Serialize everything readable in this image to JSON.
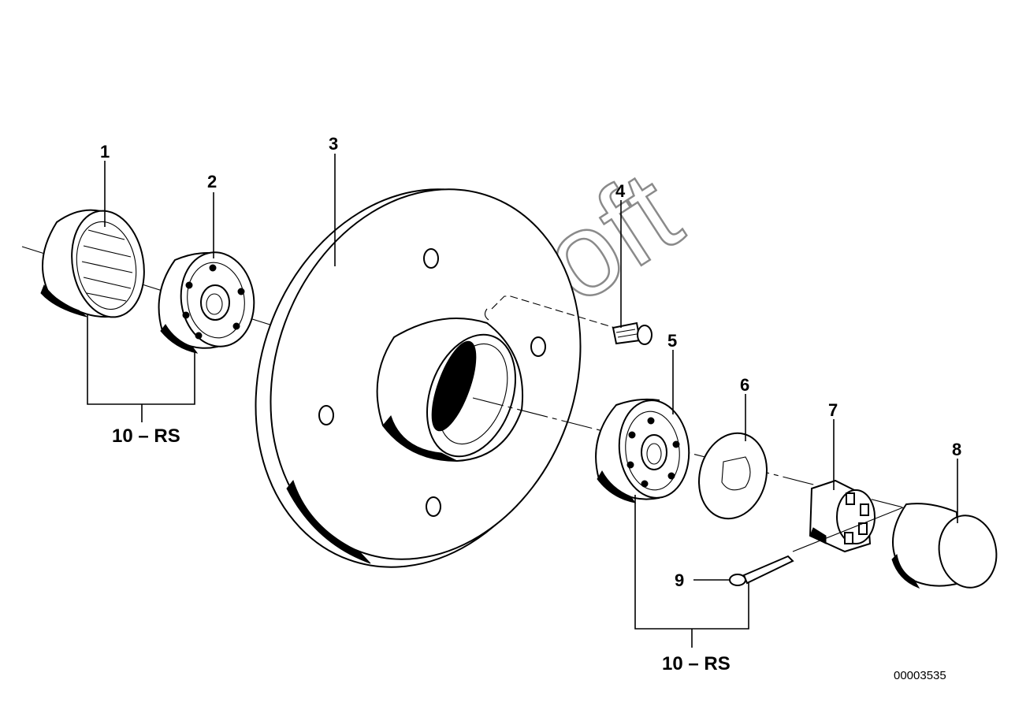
{
  "diagram": {
    "part_labels": {
      "p1": "1",
      "p2": "2",
      "p3": "3",
      "p4": "4",
      "p5": "5",
      "p6": "6",
      "p7": "7",
      "p8": "8",
      "p9": "9"
    },
    "group_labels": {
      "left": "10 – RS",
      "right": "10 – RS"
    },
    "watermark": "AutoSoft",
    "drawing_code": "00003535"
  }
}
